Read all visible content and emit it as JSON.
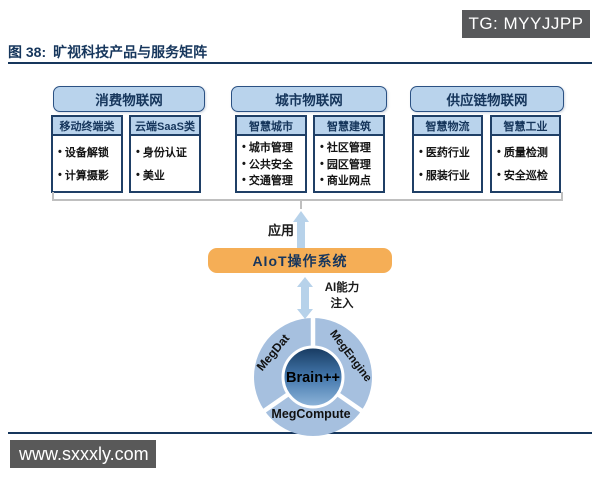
{
  "watermark_top": "TG: MYYJJPP",
  "figure": {
    "label": "图 38:",
    "title": "旷视科技产品与服务矩阵"
  },
  "groups": [
    {
      "category": "消费物联网",
      "subs": [
        {
          "header": "移动终端类",
          "items": [
            "设备解锁",
            "计算摄影"
          ]
        },
        {
          "header": "云端SaaS类",
          "items": [
            "身份认证",
            "美业"
          ]
        }
      ]
    },
    {
      "category": "城市物联网",
      "subs": [
        {
          "header": "智慧城市",
          "items": [
            "城市管理",
            "公共安全",
            "交通管理"
          ]
        },
        {
          "header": "智慧建筑",
          "items": [
            "社区管理",
            "园区管理",
            "商业网点"
          ]
        }
      ]
    },
    {
      "category": "供应链物联网",
      "subs": [
        {
          "header": "智慧物流",
          "items": [
            "医药行业",
            "服装行业"
          ]
        },
        {
          "header": "智慧工业",
          "items": [
            "质量检测",
            "安全巡检"
          ]
        }
      ]
    }
  ],
  "flow": {
    "application_label": "应用",
    "aiot_box_label": "AIoT操作系统",
    "ai_capability_line1": "AI能力",
    "ai_capability_line2": "注入"
  },
  "wheel": {
    "center_label": "Brain++",
    "segments": [
      "MegDat",
      "MegEngine",
      "MegCompute"
    ]
  },
  "watermark_bottom": "www.sxxxly.com",
  "colors": {
    "title_navy": "#16365c",
    "box_fill_blue": "#b9d3ec",
    "box_border_navy": "#1f3f66",
    "aiot_orange": "#f5ae56",
    "arrow_blue": "#b7d2ea",
    "bracket_gray": "#bfbfbf",
    "ring_blue": "#a6c0df",
    "badge_gray": "#58595b"
  }
}
